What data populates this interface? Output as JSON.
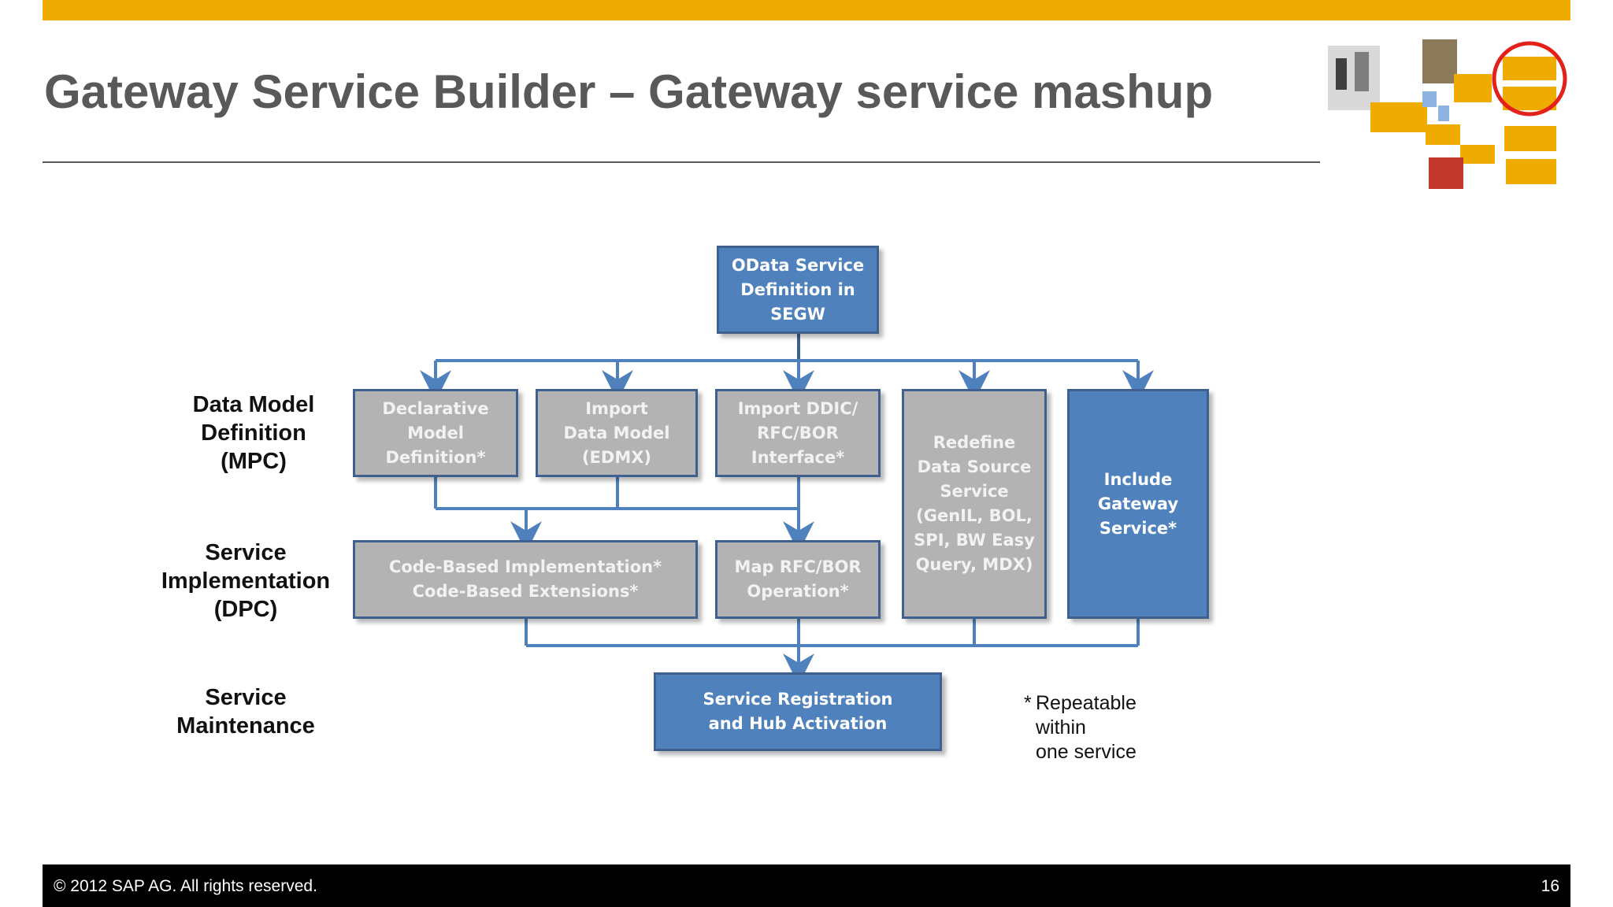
{
  "slide": {
    "title": "Gateway Service Builder – Gateway service mashup",
    "footer_copyright": "© 2012 SAP AG. All rights reserved.",
    "page_number": "16",
    "accent_color": "#f0ab00"
  },
  "row_labels": {
    "mpc": "Data Model\nDefinition\n(MPC)",
    "dpc": "Service\nImplementation\n(DPC)",
    "maintenance": "Service\nMaintenance"
  },
  "boxes": {
    "odata": "OData Service\nDefinition in\nSEGW",
    "declarative": "Declarative\nModel\nDefinition*",
    "import_edmx": "Import\nData Model\n(EDMX)",
    "import_ddic": "Import DDIC/\nRFC/BOR\nInterface*",
    "redefine": "Redefine\nData Source\nService\n(GenIL, BOL,\nSPI, BW Easy\nQuery, MDX)",
    "include_gateway": "Include\nGateway\nService*",
    "code_based": "Code-Based Implementation*\nCode-Based Extensions*",
    "map_rfc": "Map RFC/BOR\nOperation*",
    "registration": "Service Registration\nand Hub Activation"
  },
  "footnote": {
    "star": "*",
    "text": "Repeatable\nwithin\none service"
  },
  "colors": {
    "box_blue": "#4f81bd",
    "box_grey": "#b3b3b3",
    "connector": "#4f81bd",
    "highlight_circle": "#e32119"
  }
}
